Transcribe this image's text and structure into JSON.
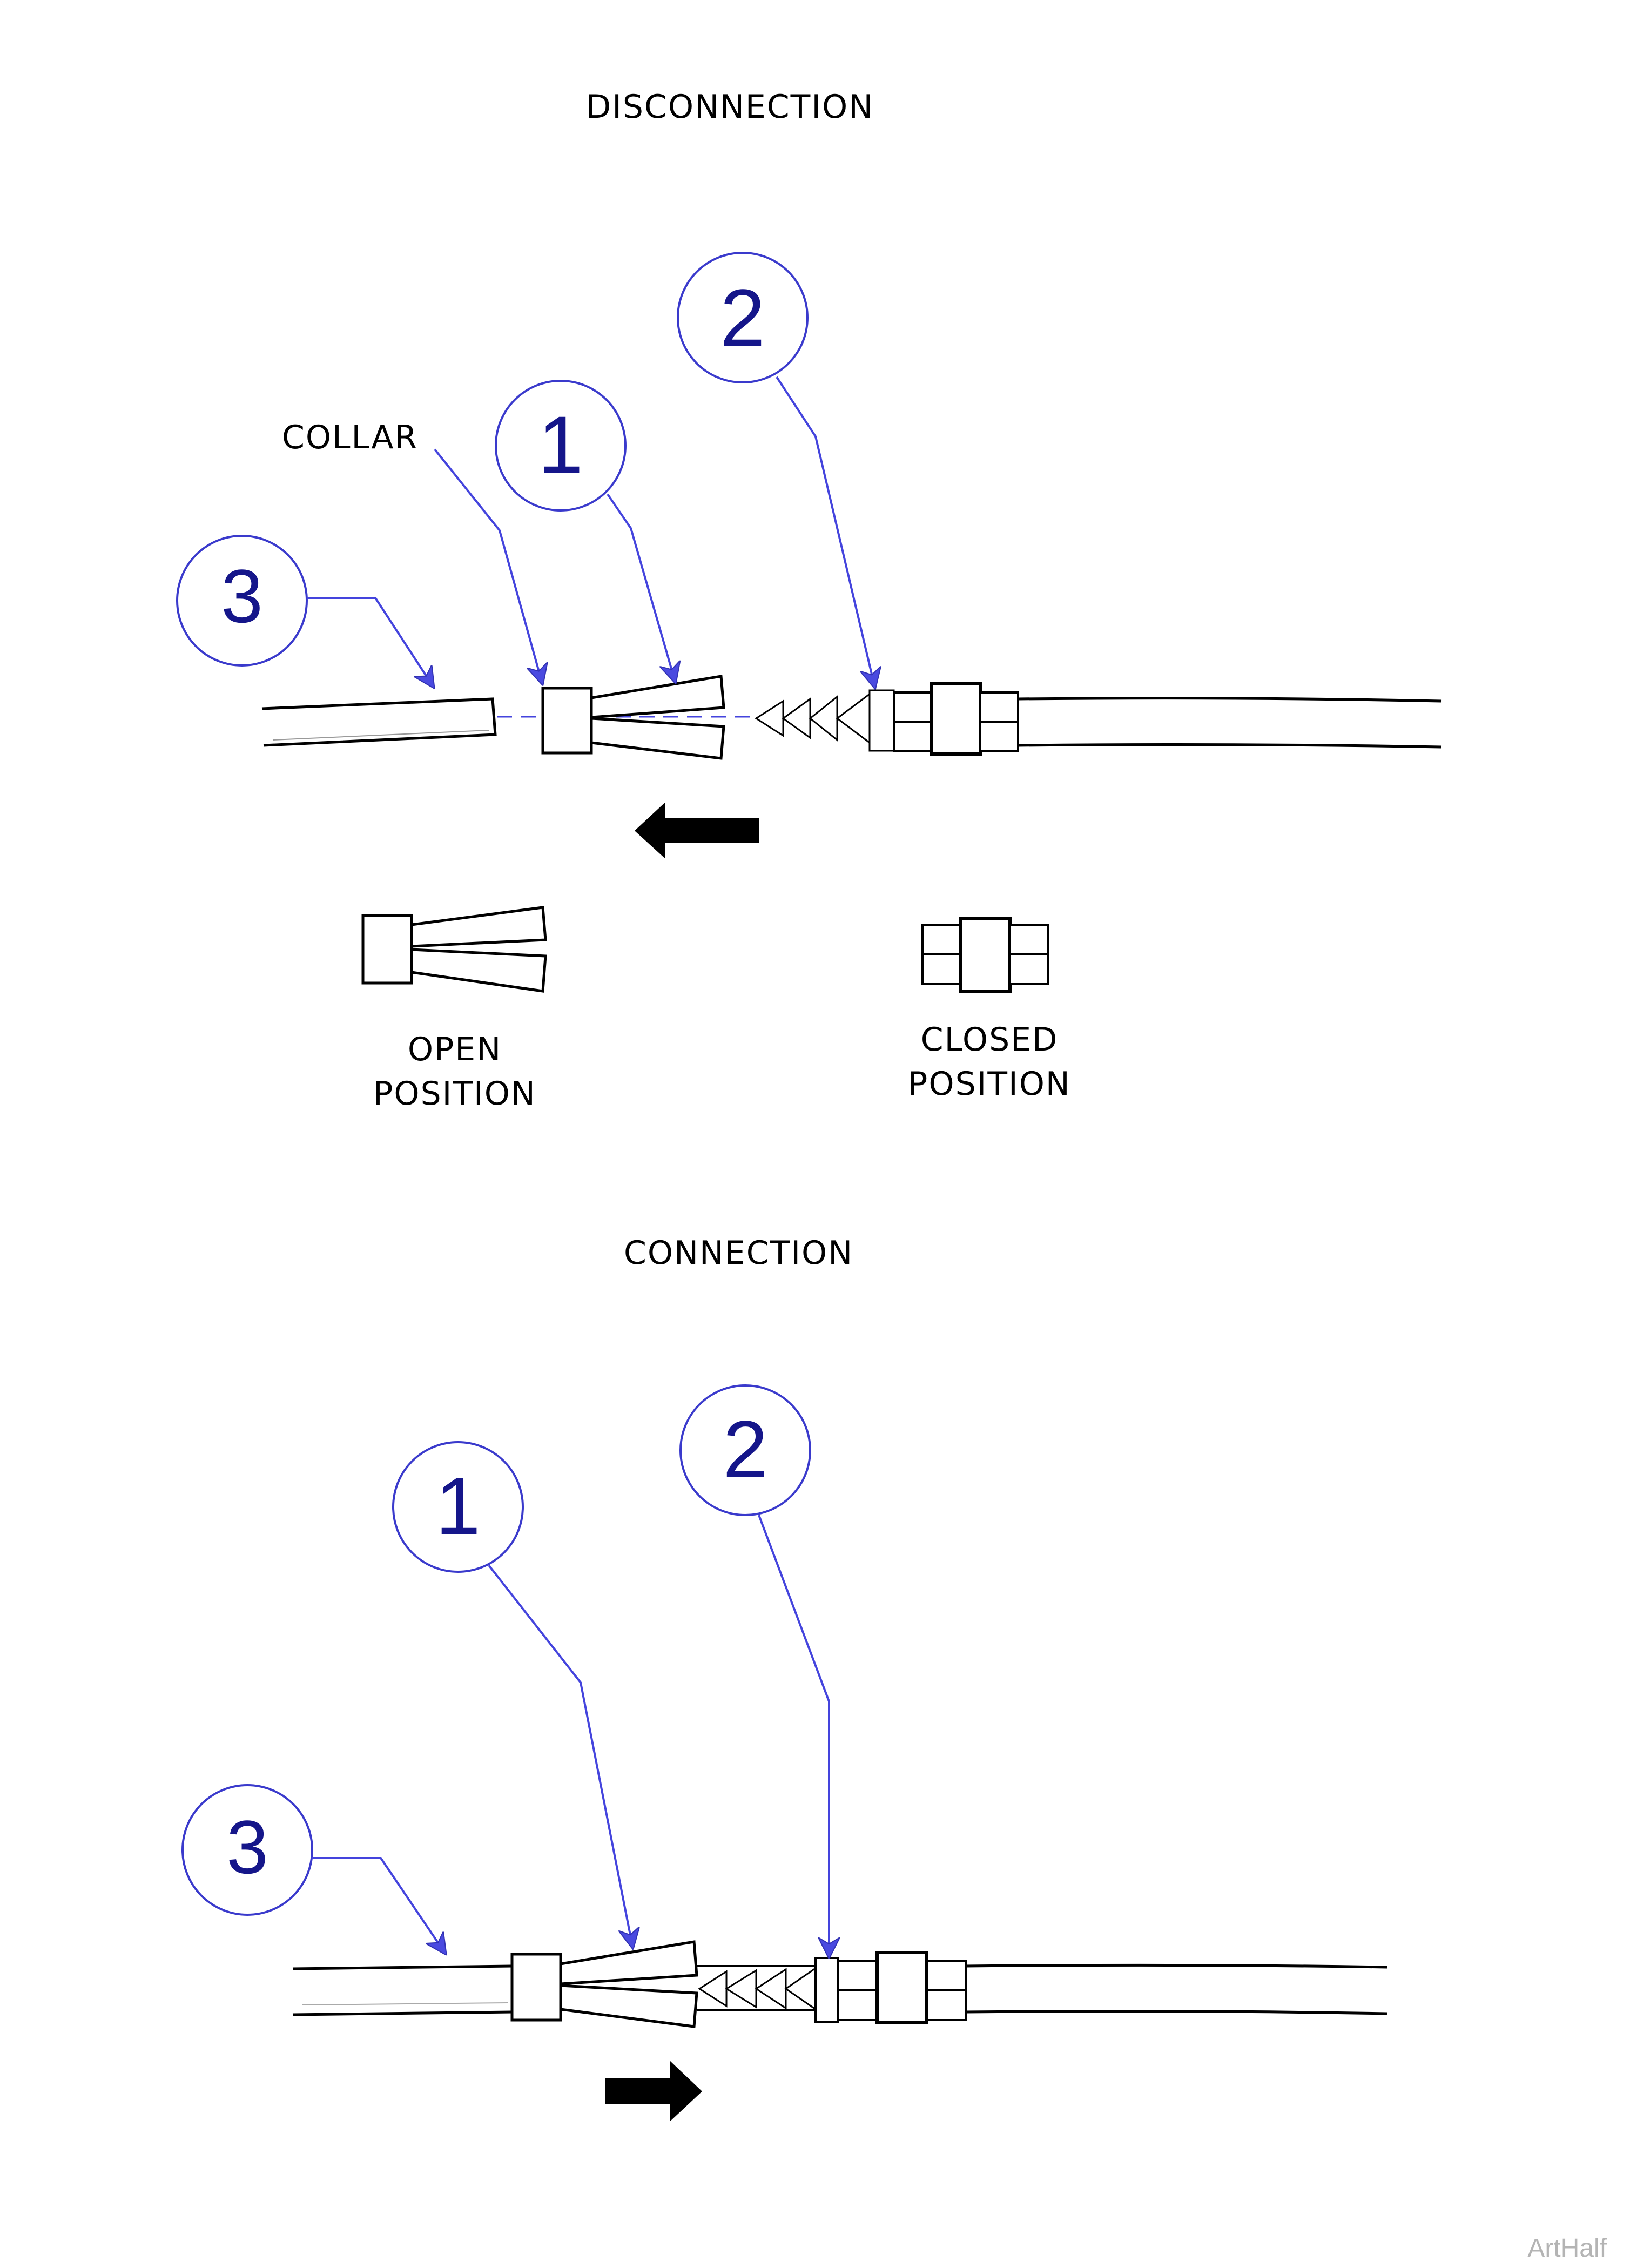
{
  "disconnection": {
    "title": "DISCONNECTION",
    "collar_label": "COLLAR",
    "open_position": [
      "OPEN",
      "POSITION"
    ],
    "closed_position": [
      "CLOSED",
      "POSITION"
    ],
    "callouts": [
      "1",
      "2",
      "3"
    ],
    "arrow_direction": "left"
  },
  "connection": {
    "title": "CONNECTION",
    "callouts": [
      "1",
      "2",
      "3"
    ],
    "arrow_direction": "right"
  },
  "footer": {
    "credit": "ArtHalf"
  },
  "colors": {
    "callout": "#3a3acc",
    "callout_number": "#15168a",
    "leader": "#4444dd",
    "outline": "#000000",
    "credit": "#b4b4b4"
  }
}
